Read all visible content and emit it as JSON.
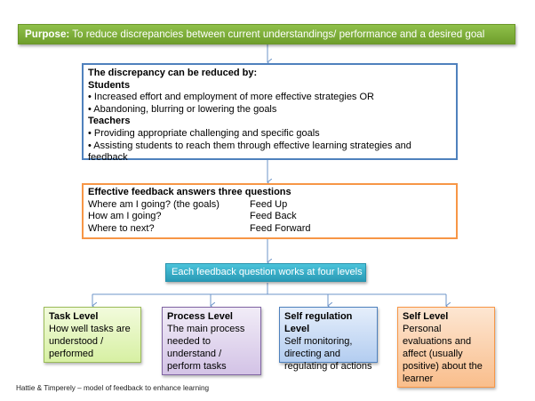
{
  "purpose": {
    "label": "Purpose:",
    "text": " To reduce discrepancies between current understandings/ performance and a desired goal",
    "color": "#77a535"
  },
  "discrepancy": {
    "heading": "The discrepancy can be reduced by:",
    "students_heading": "Students",
    "students_items": [
      "• Increased effort and employment of more effective strategies OR",
      "• Abandoning, blurring or lowering the goals"
    ],
    "teachers_heading": "Teachers",
    "teachers_items": [
      "• Providing appropriate challenging and specific goals",
      "• Assisting students to reach them through effective learning strategies and feedback"
    ],
    "border_color": "#4f81bd"
  },
  "feedback": {
    "heading": "Effective feedback answers three questions",
    "rows": [
      {
        "question": "Where am I going? (the goals)",
        "answer": "Feed Up"
      },
      {
        "question": "How am I going?",
        "answer": "Feed Back"
      },
      {
        "question": "Where to next?",
        "answer": "Feed Forward"
      }
    ],
    "border_color": "#f79646"
  },
  "levels_header": {
    "text": "Each feedback question works at four levels",
    "color": "#31a5c0"
  },
  "levels": [
    {
      "title": "Task Level",
      "lines": [
        "How well tasks are",
        "understood /",
        "performed"
      ],
      "color": "#d7f0a3"
    },
    {
      "title": "Process Level",
      "lines": [
        "The main process",
        "needed to",
        "understand /",
        "perform tasks"
      ],
      "color": "#d3c3e6"
    },
    {
      "title": "Self regulation Level",
      "lines": [
        "Self monitoring,",
        "directing and",
        "regulating of actions"
      ],
      "color": "#b3cdf0"
    },
    {
      "title": "Self Level",
      "lines": [
        "Personal",
        "evaluations and",
        "affect (usually",
        "positive) about the",
        "learner"
      ],
      "color": "#f9be8c"
    }
  ],
  "caption": "Hattie & Timperely – model of feedback to enhance learning"
}
